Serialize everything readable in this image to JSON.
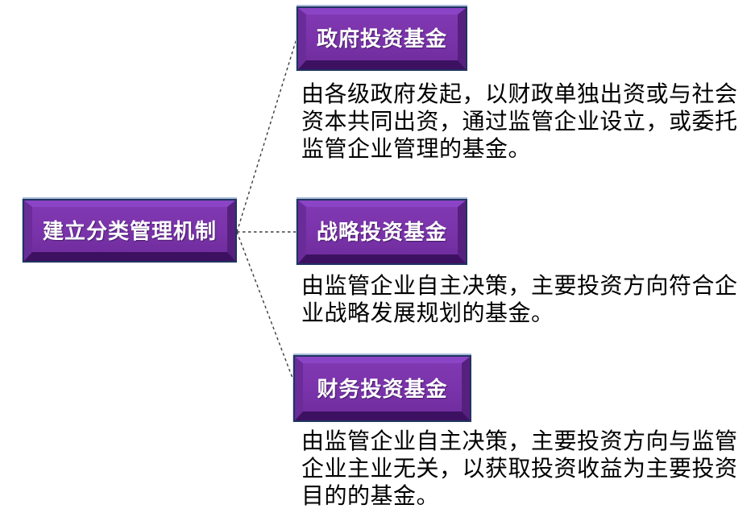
{
  "diagram": {
    "root": {
      "label": "建立分类管理机制"
    },
    "branches": [
      {
        "title": "政府投资基金",
        "description": "由各级政府发起，以财政单独出资或与社会资本共同出资，通过监管企业设立，或委托监管企业管理的基金。",
        "lines": [
          "由各级政府发起，以财政单独出资或与社会",
          "资本共同出资，通过监管企业设立，或委托",
          "监管企业管理的基金。"
        ]
      },
      {
        "title": "战略投资基金",
        "description": "由监管企业自主决策，主要投资方向符合企业战略发展规划的基金。",
        "lines": [
          "由监管企业自主决策，主要投资方向符合企",
          "业战略发展规划的基金。"
        ]
      },
      {
        "title": "财务投资基金",
        "description": "由监管企业自主决策，主要投资方向与监管企业主业无关，以获取投资收益为主要投资目的的基金。",
        "lines": [
          "由监管企业自主决策，主要投资方向与监管",
          "企业主业无关，以获取投资收益为主要投资",
          "目的的基金。"
        ]
      }
    ],
    "colors": {
      "box_fill": "#7A33AA",
      "box_bevel_top": "#8B44C6",
      "box_bevel_left": "#6A2C99",
      "box_bevel_right": "#56207F",
      "box_bevel_bottom": "#3D1161",
      "box_border": "#1F3460",
      "box_text": "#FFFFFF",
      "description_text": "#000000",
      "connector": "#3C3C3C",
      "background": "#FFFFFF"
    }
  }
}
